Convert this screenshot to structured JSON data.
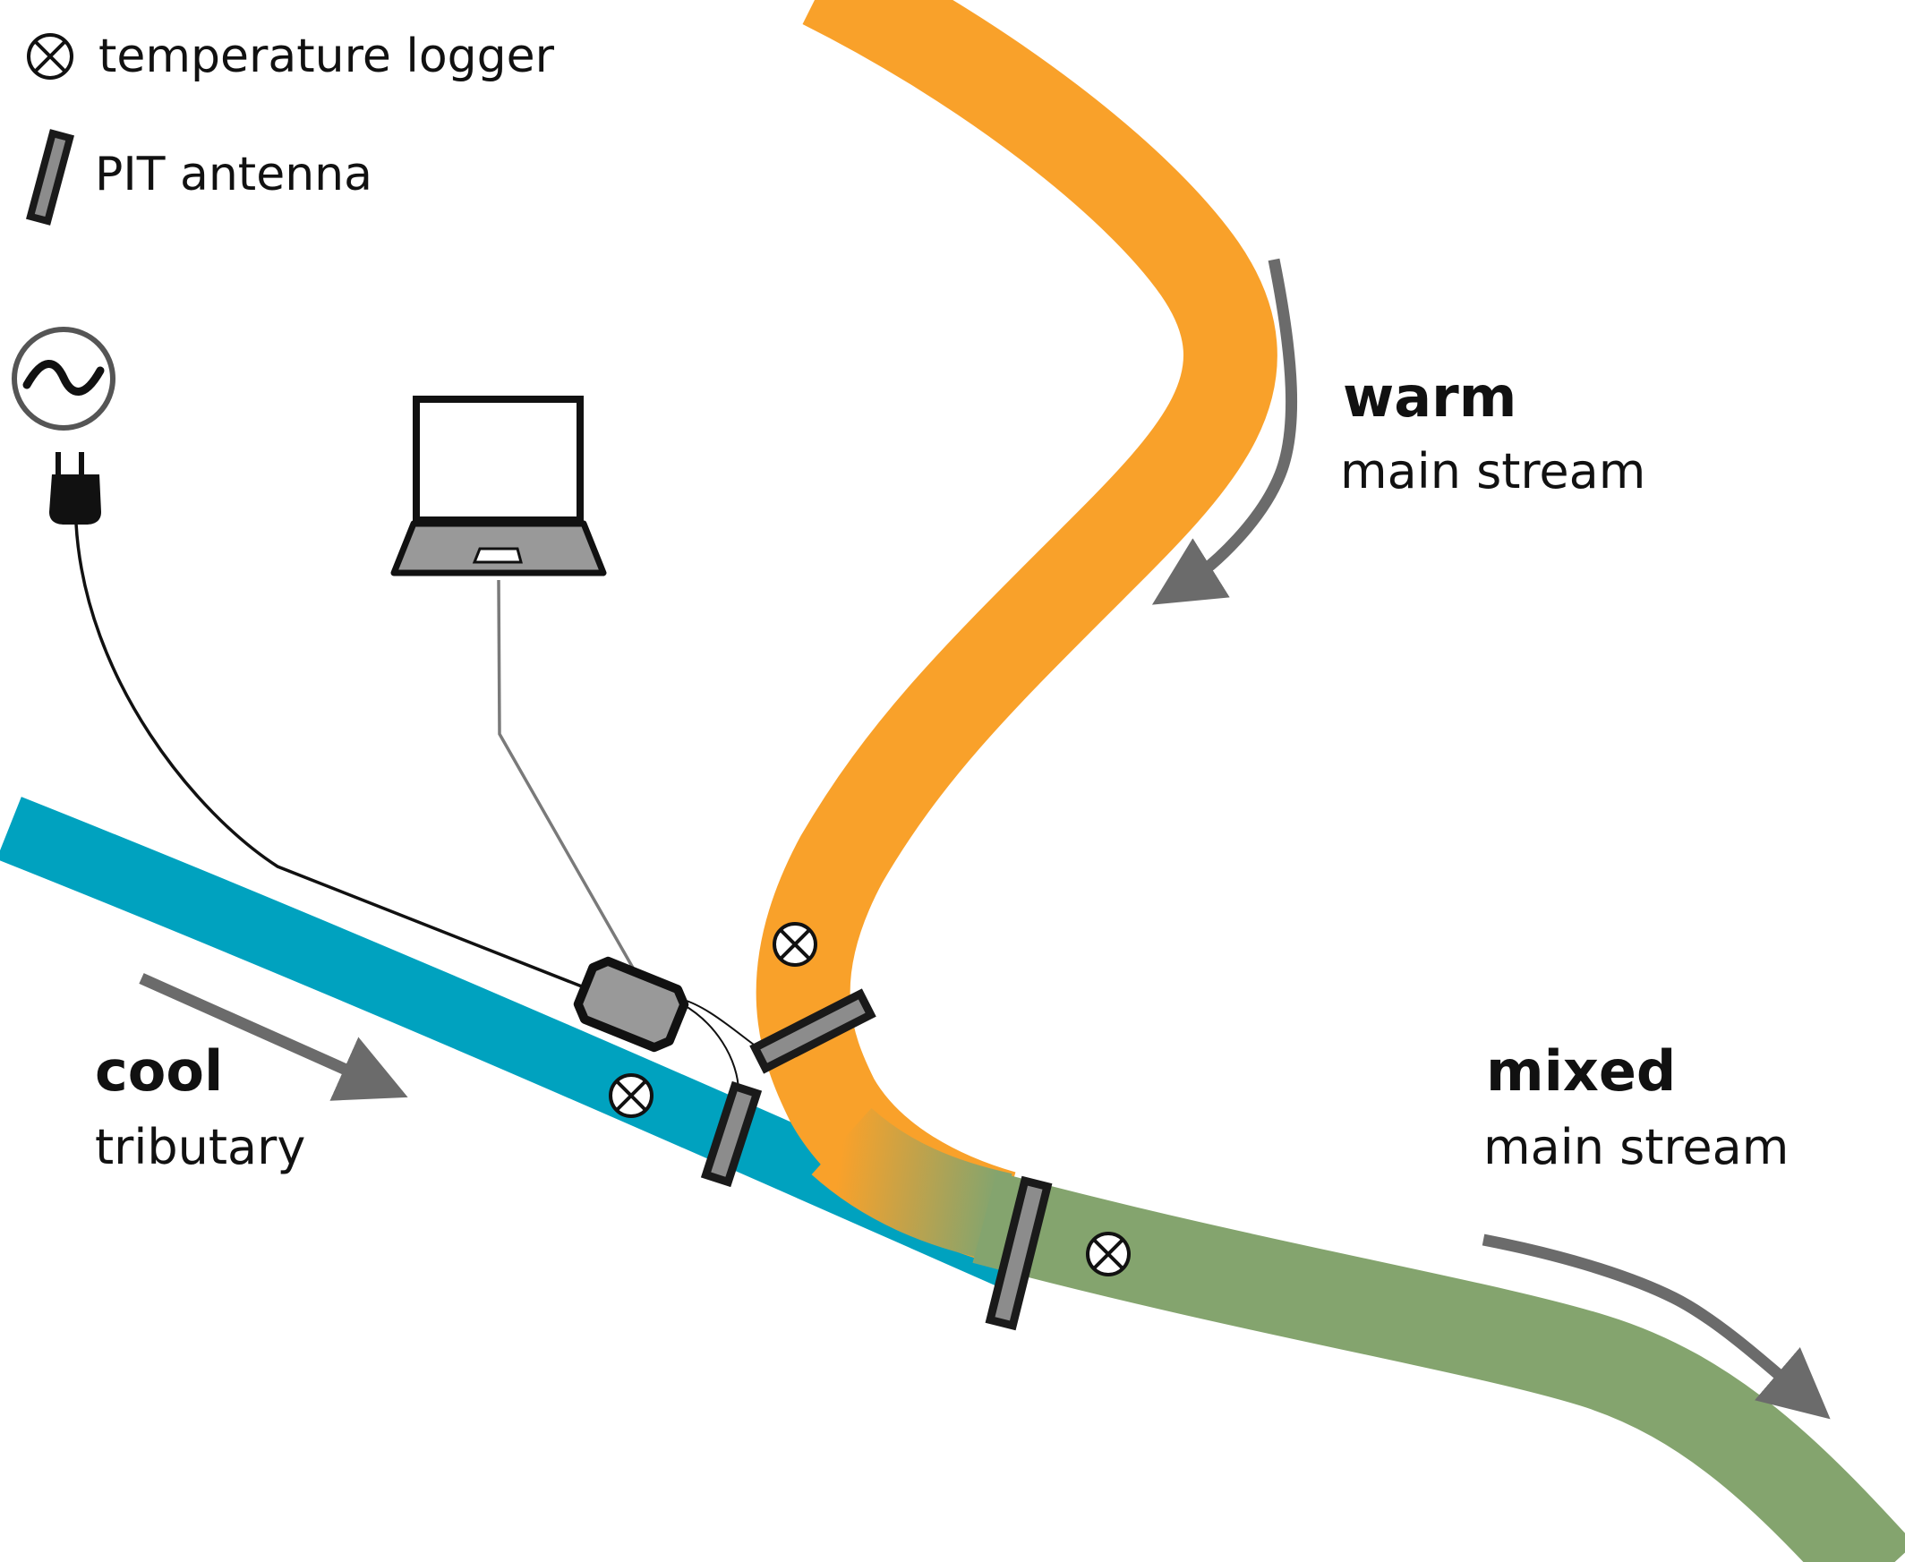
{
  "legend": {
    "logger_label": "temperature logger",
    "antenna_label": "PIT antenna"
  },
  "labels": {
    "warm_title": "warm",
    "warm_sub": "main stream",
    "cool_title": "cool",
    "cool_sub": "tributary",
    "mixed_title": "mixed",
    "mixed_sub": "main stream"
  },
  "colors": {
    "warm_stream": "#F9A12A",
    "cool_tributary": "#00A2BF",
    "mixed_stream": "#84A46E",
    "antenna_fill": "#8C8C8C",
    "arrow": "#6B6B6B",
    "device_fill": "#999999"
  },
  "icons": [
    "temperature-logger-icon",
    "pit-antenna-icon",
    "power-outlet-icon",
    "plug-icon",
    "laptop-icon",
    "pit-reader-device-icon"
  ]
}
